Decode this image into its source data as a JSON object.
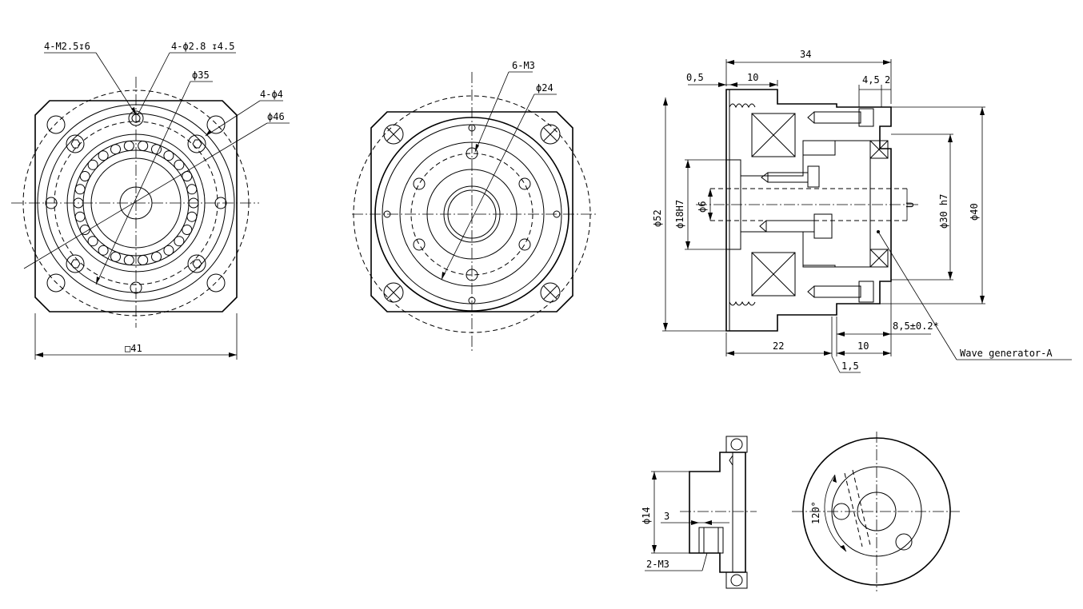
{
  "front_view": {
    "label_m25": "4-M2.5↧6",
    "label_d28": "4-ϕ2.8 ↧4.5",
    "label_d35": "ϕ35",
    "label_4d4": "4-ϕ4",
    "label_d46": "ϕ46",
    "label_sq41": "□41"
  },
  "rear_view": {
    "label_6m3": "6-M3",
    "label_d24": "ϕ24"
  },
  "side_view": {
    "dim_34": "34",
    "dim_05": "0,5",
    "dim_10_top": "10",
    "dim_45": "4,5",
    "dim_2": "2",
    "dim_d52": "ϕ52",
    "dim_d18": "ϕ18H7",
    "dim_d6": "ϕ6",
    "dim_u": "U",
    "dim_d30": "ϕ30 h7",
    "dim_d40": "ϕ40",
    "dim_85": "8,5±0.2*",
    "dim_22": "22",
    "dim_10_bottom": "10",
    "dim_15": "1,5",
    "callout_wave": "Wave generator-A"
  },
  "detail_side": {
    "dim_d14": "ϕ14",
    "dim_3": "3",
    "dim_2m3": "2-M3"
  },
  "detail_front": {
    "dim_120": "120°"
  }
}
